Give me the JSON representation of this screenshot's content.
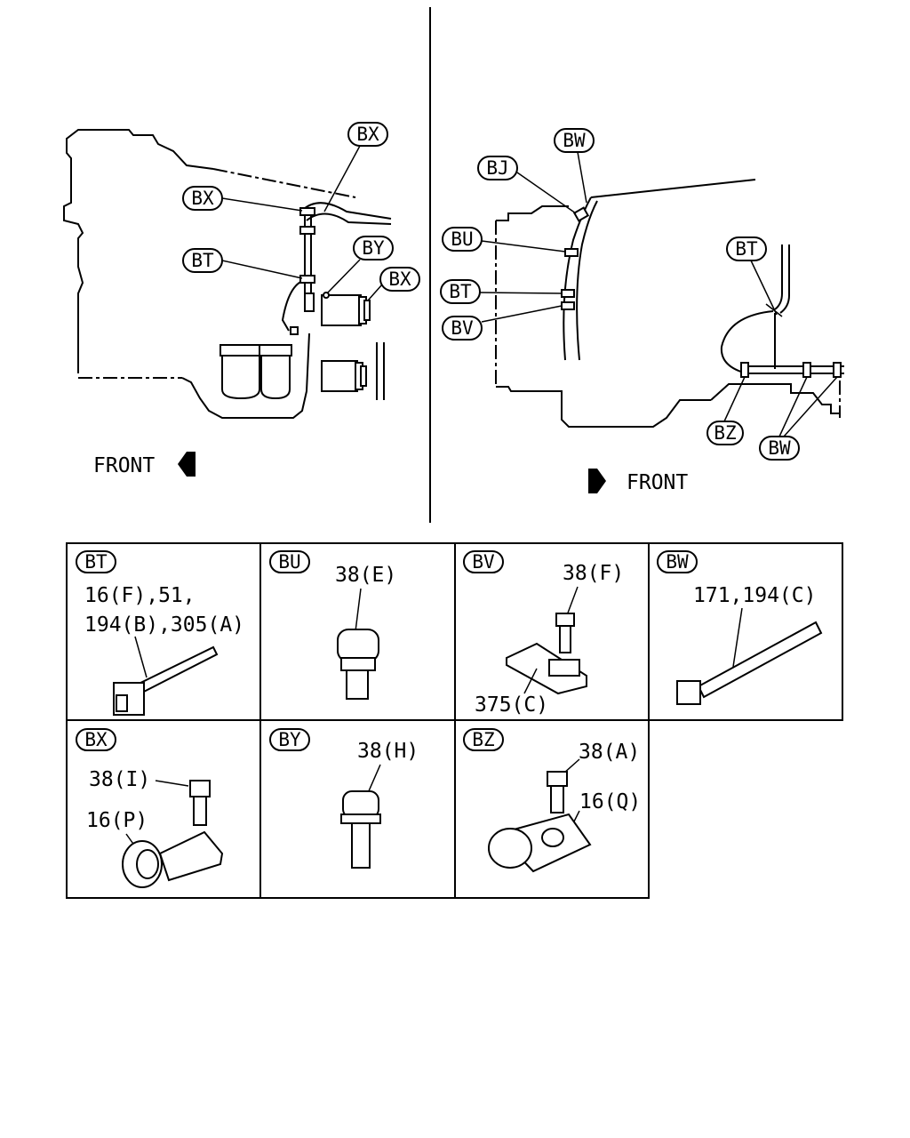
{
  "left_view": {
    "callouts": [
      "BX",
      "BX",
      "BT",
      "BY",
      "BX"
    ],
    "front_label": "FRONT"
  },
  "right_view": {
    "callouts": [
      "BW",
      "BJ",
      "BU",
      "BT",
      "BV",
      "BT",
      "BZ",
      "BW"
    ],
    "front_label": "FRONT"
  },
  "parts_table": [
    {
      "code": "BT",
      "lines": [
        "16(F),51,",
        "194(B),305(A)"
      ]
    },
    {
      "code": "BU",
      "lines": [
        "38(E)"
      ]
    },
    {
      "code": "BV",
      "lines": [
        "38(F)",
        "375(C)"
      ]
    },
    {
      "code": "BW",
      "lines": [
        "171,194(C)"
      ]
    },
    {
      "code": "BX",
      "lines": [
        "38(I)",
        "16(P)"
      ]
    },
    {
      "code": "BY",
      "lines": [
        "38(H)"
      ]
    },
    {
      "code": "BZ",
      "lines": [
        "38(A)",
        "16(Q)"
      ]
    }
  ],
  "icons": [
    "front-arrow-left-icon",
    "front-arrow-right-icon"
  ]
}
